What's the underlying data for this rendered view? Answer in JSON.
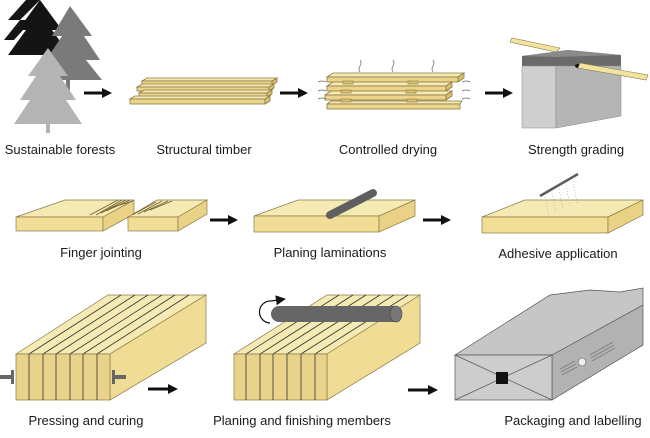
{
  "title": "Glulam production process",
  "colors": {
    "wood_light": "#f3e3a0",
    "wood_mid": "#ecd48a",
    "wood_dark": "#d9bf6e",
    "wood_outline": "#8a7a45",
    "arrow": "#111111",
    "steel": "#6b6b6b",
    "box_light": "#cfcfcf",
    "box_mid": "#b5b5b5",
    "box_dark": "#6a6a6a",
    "tree_black": "#141414",
    "tree_dark": "#7a7a7a",
    "tree_light": "#b4b4b4"
  },
  "steps": [
    {
      "id": "sustainable-forests",
      "label": "Sustainable forests",
      "icon": "trees-icon"
    },
    {
      "id": "structural-timber",
      "label": "Structural timber",
      "icon": "timber-stack-icon"
    },
    {
      "id": "controlled-drying",
      "label": "Controlled drying",
      "icon": "drying-stack-icon"
    },
    {
      "id": "strength-grading",
      "label": "Strength grading",
      "icon": "grading-machine-icon"
    },
    {
      "id": "finger-jointing",
      "label": "Finger jointing",
      "icon": "finger-joint-icon"
    },
    {
      "id": "planing-laminations",
      "label": "Planing laminations",
      "icon": "planer-roller-icon"
    },
    {
      "id": "adhesive-application",
      "label": "Adhesive application",
      "icon": "adhesive-spray-icon"
    },
    {
      "id": "pressing-and-curing",
      "label": "Pressing and curing",
      "icon": "press-clamp-icon"
    },
    {
      "id": "planing-and-finishing",
      "label": "Planing and finishing members",
      "icon": "finishing-roller-icon"
    },
    {
      "id": "packaging-and-labelling",
      "label": "Packaging and labelling",
      "icon": "package-icon"
    }
  ]
}
